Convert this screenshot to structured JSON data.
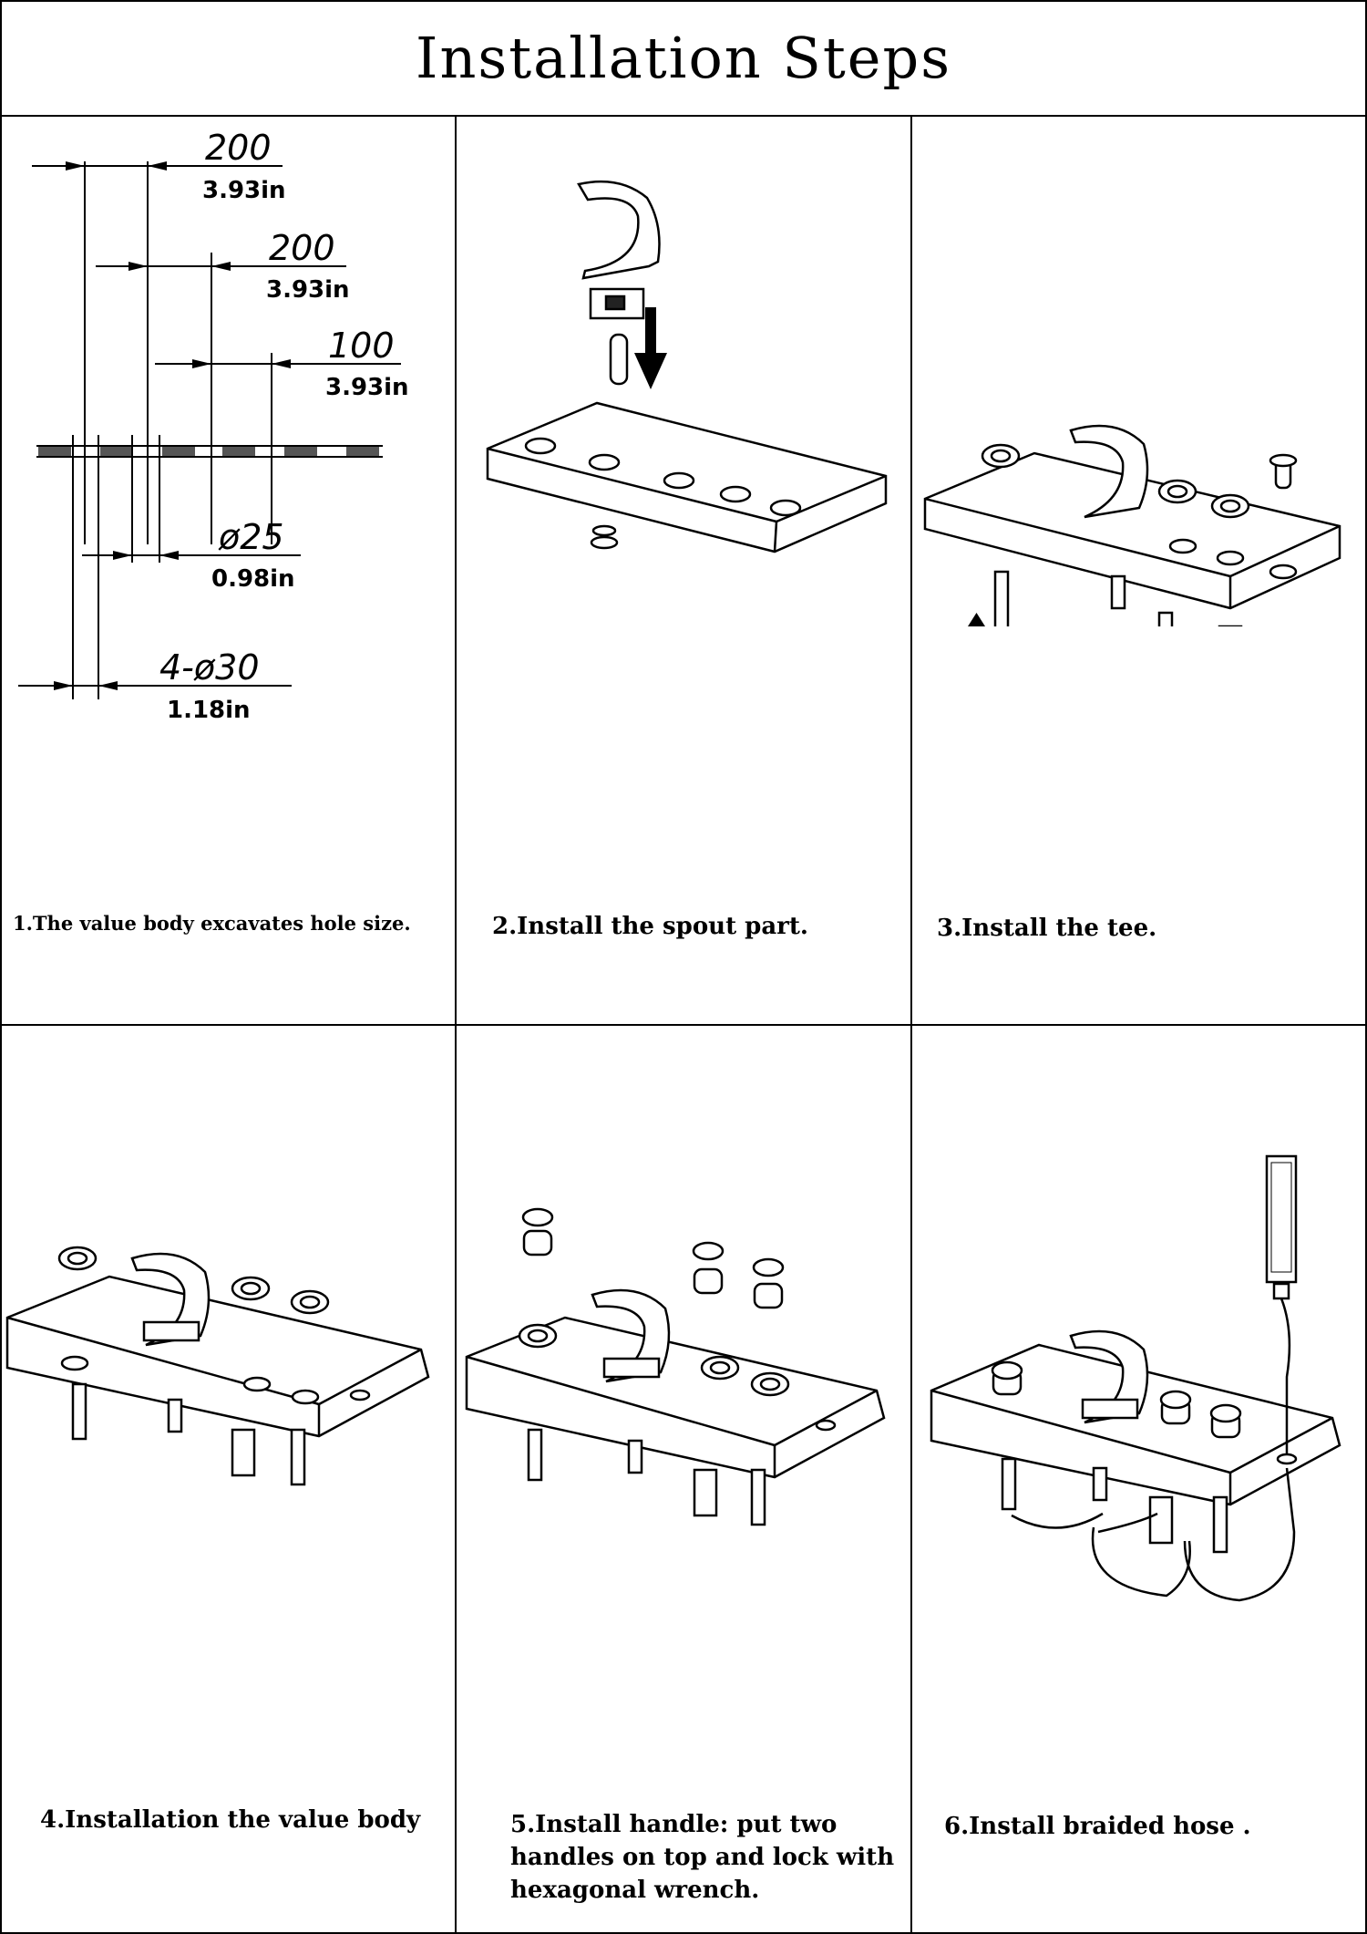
{
  "title": "Installation Steps",
  "steps": [
    {
      "caption": "1.The value body excavates hole size."
    },
    {
      "caption": "2.Install the spout part."
    },
    {
      "caption": "3.Install the tee."
    },
    {
      "caption": "4.Installation the value body"
    },
    {
      "caption": "5.Install handle: put two handles on top and lock with hexagonal wrench."
    },
    {
      "caption": "6.Install braided hose ."
    }
  ],
  "dimensions": {
    "d1_mm": "200",
    "d1_in": "3.93in",
    "d2_mm": "200",
    "d2_in": "3.93in",
    "d3_mm": "100",
    "d3_in": "3.93in",
    "d4_mm": "ø25",
    "d4_in": "0.98in",
    "d5_mm": "4-ø30",
    "d5_in": "1.18in"
  }
}
